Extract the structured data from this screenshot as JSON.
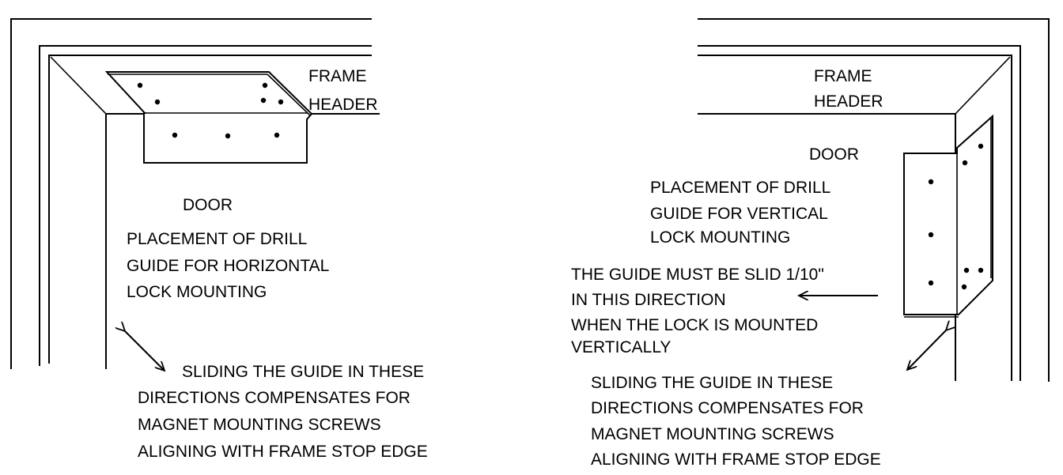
{
  "left_figure": {
    "frame_header_lines": [
      "FRAME",
      "HEADER"
    ],
    "door_label": "DOOR",
    "placement_lines": [
      "PLACEMENT OF DRILL",
      "GUIDE FOR HORIZONTAL",
      "LOCK MOUNTING"
    ],
    "sliding_lines": [
      "SLIDING THE GUIDE IN THESE",
      "DIRECTIONS COMPENSATES FOR",
      "MAGNET MOUNTING SCREWS",
      "ALIGNING WITH FRAME STOP EDGE"
    ]
  },
  "right_figure": {
    "frame_header_lines": [
      "FRAME",
      "HEADER"
    ],
    "door_label": "DOOR",
    "placement_lines": [
      "PLACEMENT OF DRILL",
      "GUIDE FOR VERTICAL",
      "LOCK MOUNTING"
    ],
    "slid_lines": [
      "THE GUIDE MUST BE SLID 1/10\"",
      "IN THIS DIRECTION",
      "WHEN THE LOCK IS MOUNTED",
      "VERTICALLY"
    ],
    "sliding_lines": [
      "SLIDING THE GUIDE IN THESE",
      "DIRECTIONS COMPENSATES FOR",
      "MAGNET MOUNTING SCREWS",
      "ALIGNING WITH FRAME STOP EDGE"
    ]
  }
}
